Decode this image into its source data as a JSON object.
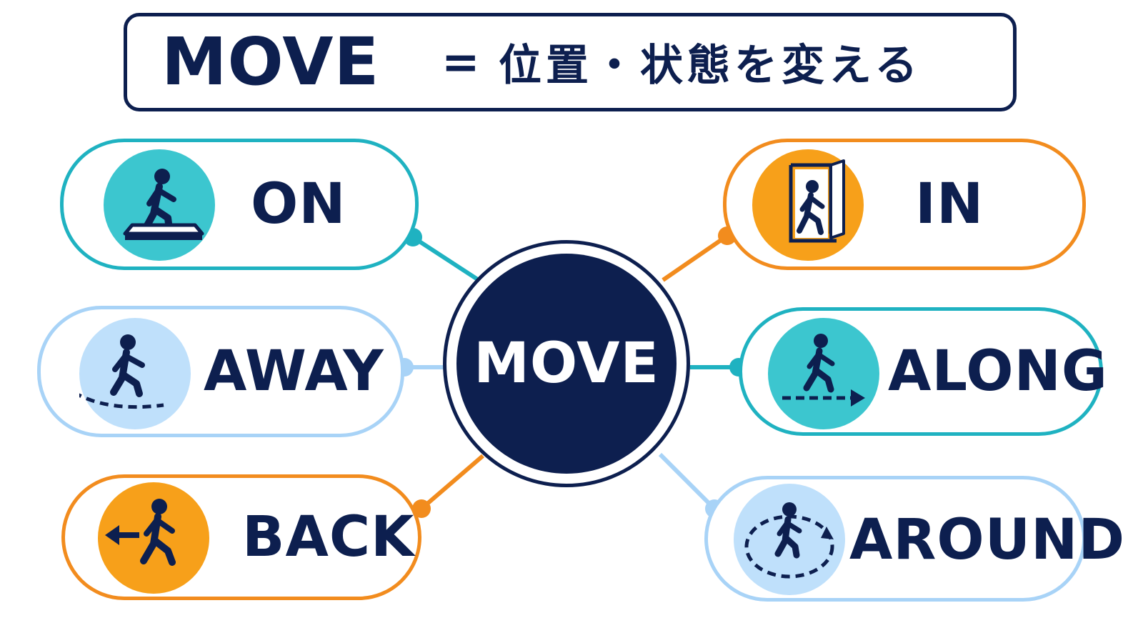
{
  "title": {
    "word": "MOVE",
    "equals": "=",
    "meaning": "位置・状態を変える"
  },
  "hub": {
    "label": "MOVE",
    "color": "#0d1f4f"
  },
  "colors": {
    "navy": "#0d1f4f",
    "teal": "#1fb2c1",
    "teal_fill": "#3cc6cf",
    "orange": "#f28c1e",
    "orange_fill": "#f7a01a",
    "light_blue": "#a8d3f7",
    "light_blue_fill": "#bfe0fb"
  },
  "particles": [
    {
      "label": "ON",
      "icon": "walking-onto-platform-icon",
      "color": "teal"
    },
    {
      "label": "AWAY",
      "icon": "walking-away-dashed-arrow-icon",
      "color": "light-blue"
    },
    {
      "label": "BACK",
      "icon": "walking-back-arrow-icon",
      "color": "orange"
    },
    {
      "label": "IN",
      "icon": "walking-into-door-icon",
      "color": "orange"
    },
    {
      "label": "ALONG",
      "icon": "walking-along-path-icon",
      "color": "teal"
    },
    {
      "label": "AROUND",
      "icon": "walking-around-circle-icon",
      "color": "light-blue"
    }
  ]
}
